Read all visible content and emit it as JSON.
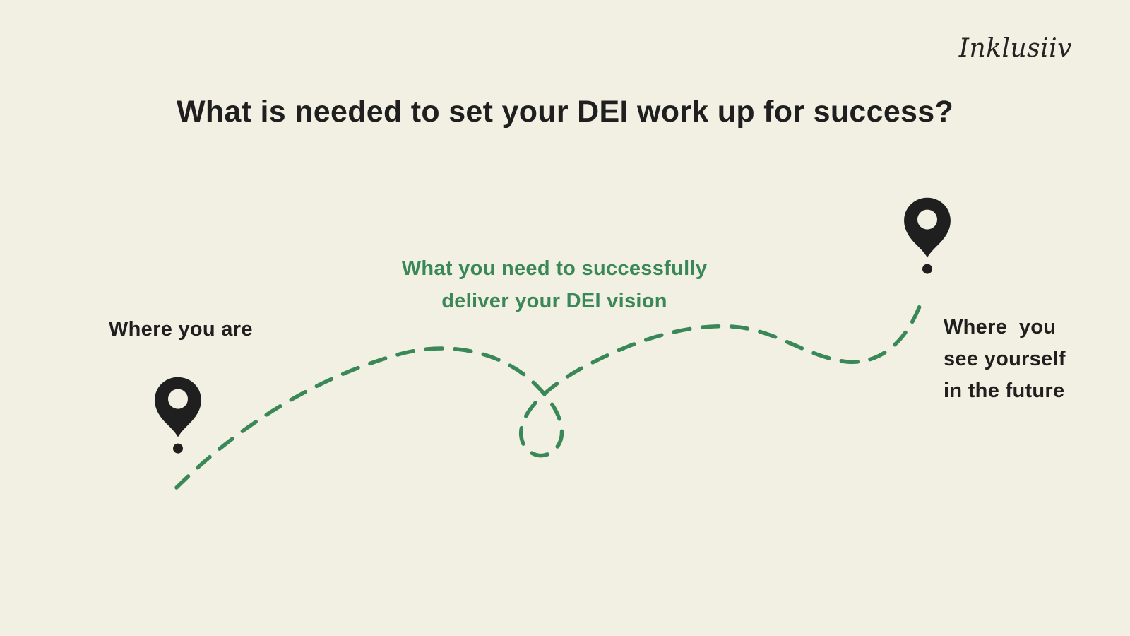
{
  "brand": "Inklusiiv",
  "title": "What is needed to set your DEI work up for success?",
  "path_label": {
    "line1": "What you need to successfully",
    "line2": "deliver your DEI vision"
  },
  "start_label": "Where you are",
  "end_label": {
    "line1": "Where  you",
    "line2": "see yourself",
    "line3": "in the future"
  },
  "colors": {
    "background": "#F1F0E2",
    "green": "#3A8757",
    "ink": "#1F1F1F"
  }
}
